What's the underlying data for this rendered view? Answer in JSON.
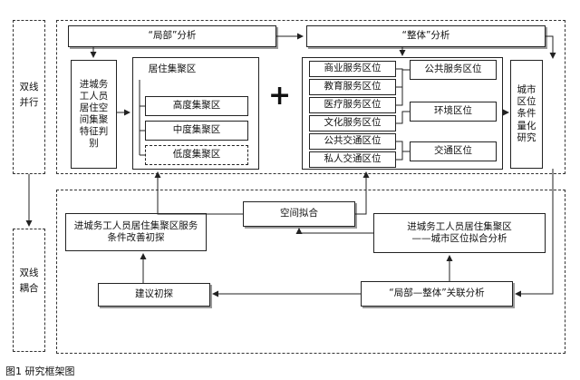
{
  "left_labels": {
    "top": "双线并行",
    "bottom": "双线耦合"
  },
  "header": {
    "local": "“局部”分析",
    "whole": "“整体”分析"
  },
  "local_left": "进城务工人员居住空间集聚特征判别",
  "clusters": {
    "title": "居住集聚区",
    "high": "高度集聚区",
    "mid": "中度集聚区",
    "low": "低度集聚区"
  },
  "plus": "+",
  "service_zones": [
    "商业服务区位",
    "教育服务区位",
    "医疗服务区位",
    "文化服务区位",
    "公共交通区位",
    "私人交通区位"
  ],
  "group_zones": [
    "公共服务区位",
    "环境区位",
    "交通区位"
  ],
  "quantify": "城市区位条件量化研究",
  "spatial_fit": "空间拟合",
  "service_improve": "进城务工人员居住集聚区服务条件改善初探",
  "city_fit_line1": "进城务工人员居住集聚区",
  "city_fit_line2": "——城市区位拟合分析",
  "suggest": "建议初探",
  "relation": "“局部—整体”关联分析",
  "caption": "图1  研究框架图"
}
